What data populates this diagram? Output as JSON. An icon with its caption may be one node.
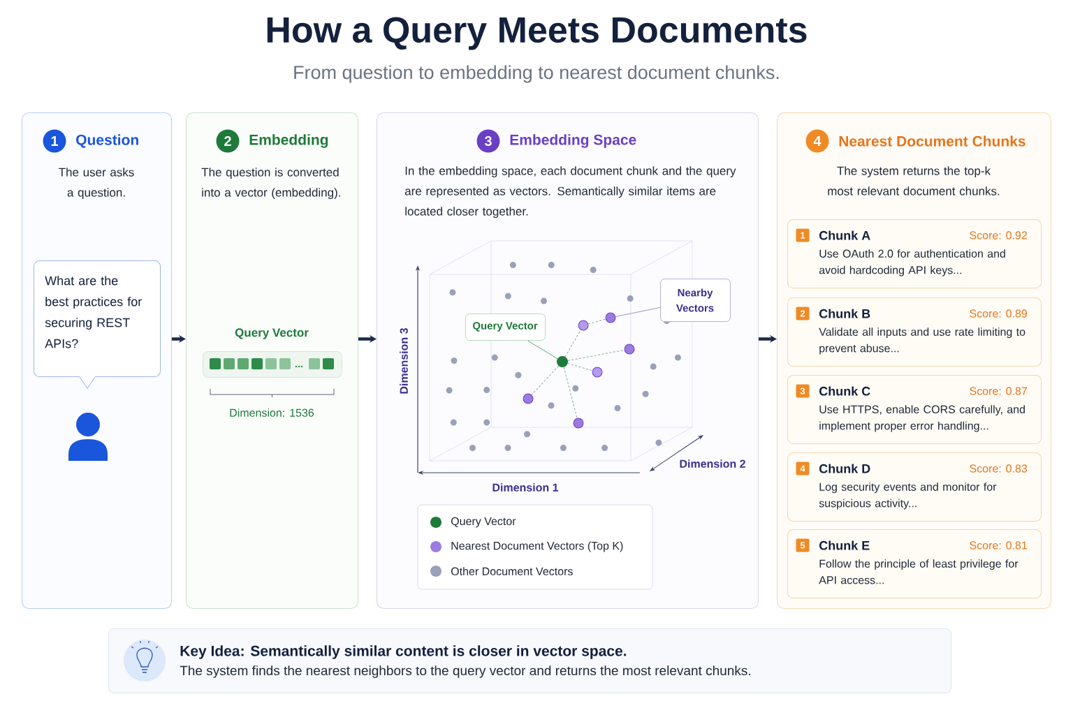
{
  "diagram": {
    "title": "How a Query Meets Documents",
    "nodes": [
      {
        "text": [
          "1",
          "Question",
          "The user asks a question."
        ]
      },
      {
        "text": [
          "What are the best practices for securing REST APIs?"
        ],
        "in": 0
      },
      {
        "text": [
          "2",
          "Embedding",
          "The question is converted into a vector (embedding)."
        ]
      },
      {
        "text": [
          "Query Vector"
        ],
        "beside": [
          "Dimension: 1536"
        ],
        "in": 2
      },
      {
        "text": [
          "3",
          "Embedding Space",
          "In the embedding space, each document chunk and the query are represented as vectors. Semantically similar items are located closer together."
        ]
      },
      {
        "text": [
          "Query Vector"
        ],
        "in": 4
      },
      {
        "text": [],
        "shape": "circle",
        "in": 4
      },
      {
        "text": [
          "Nearby Vectors"
        ],
        "in": 4
      },
      {
        "text": [],
        "shape": "circle",
        "in": 4
      },
      {
        "text": [],
        "shape": "circle",
        "in": 4
      },
      {
        "text": [],
        "shape": "circle",
        "in": 4
      },
      {
        "text": [],
        "shape": "circle",
        "in": 4
      },
      {
        "text": [],
        "shape": "circle",
        "in": 4
      },
      {
        "text": [],
        "shape": "circle",
        "in": 4
      },
      {
        "text": [
          "4",
          "Nearest Document Chunks",
          "The system returns the top-k most relevant document chunks."
        ]
      },
      {
        "text": [
          "1",
          "Chunk A",
          "Score: 0.92",
          "Use OAuth 2.0 for authentication and avoid hardcoding API keys..."
        ],
        "in": 14
      },
      {
        "text": [
          "2",
          "Chunk B",
          "Score: 0.89",
          "Validate all inputs and use rate limiting to prevent abuse..."
        ],
        "in": 14
      },
      {
        "text": [
          "3",
          "Chunk C",
          "Score: 0.87",
          "Use HTTPS, enable CORS carefully, and implement proper error handling..."
        ],
        "in": 14
      },
      {
        "text": [
          "4",
          "Chunk D",
          "Score: 0.83",
          "Log security events and monitor for suspicious activity..."
        ],
        "in": 14
      },
      {
        "text": [
          "5",
          "Chunk E",
          "Score: 0.81",
          "Follow the principle of least privilege for API access..."
        ],
        "in": 14
      },
      {
        "text": [
          "Key Idea: Semantically similar content is closer in vector space.",
          "The system finds the nearest neighbors to the query vector and returns the most relevant chunks."
        ]
      }
    ],
    "edges": [
      {
        "from": 0,
        "to": 2,
        "arrow": "to",
        "style": "thick",
        "color": "#1b2a4a"
      },
      {
        "from": 2,
        "to": 4,
        "arrow": "to",
        "style": "thick",
        "color": "#1b2a4a"
      },
      {
        "from": 4,
        "to": 14,
        "arrow": "to",
        "style": "thick",
        "color": "#1b2a4a"
      },
      {
        "from": 5,
        "to": 6,
        "arrow": "none",
        "color": "#4f9a63"
      },
      {
        "from": 6,
        "to": 8,
        "arrow": "none",
        "style": "dashed",
        "color": "#7fae8a"
      },
      {
        "from": 6,
        "to": 9,
        "arrow": "none",
        "style": "dashed",
        "color": "#7fae8a"
      },
      {
        "from": 6,
        "to": 10,
        "arrow": "none",
        "style": "dashed",
        "color": "#7fae8a"
      },
      {
        "from": 6,
        "to": 11,
        "arrow": "none",
        "style": "dashed",
        "color": "#7fae8a"
      },
      {
        "from": 6,
        "to": 13,
        "arrow": "none",
        "style": "dashed",
        "color": "#7fae8a"
      },
      {
        "from": 10,
        "to": 12,
        "arrow": "none",
        "style": "dashed",
        "color": "#7fae8a"
      },
      {
        "from": 7,
        "to": 12,
        "arrow": "none",
        "color": "#8f86c8"
      }
    ],
    "labels": [
      "From question to embedding to nearest document chunks.",
      "Dimension 3",
      "Dimension 2",
      "Dimension 1"
    ],
    "legend": [
      {
        "text": "Query Vector",
        "color": "#1e7a3a"
      },
      {
        "text": "Nearest Document Vectors (Top K)",
        "color": "#9b7be0"
      },
      {
        "text": "Other Document Vectors",
        "color": "#9aa0b8"
      }
    ]
  }
}
